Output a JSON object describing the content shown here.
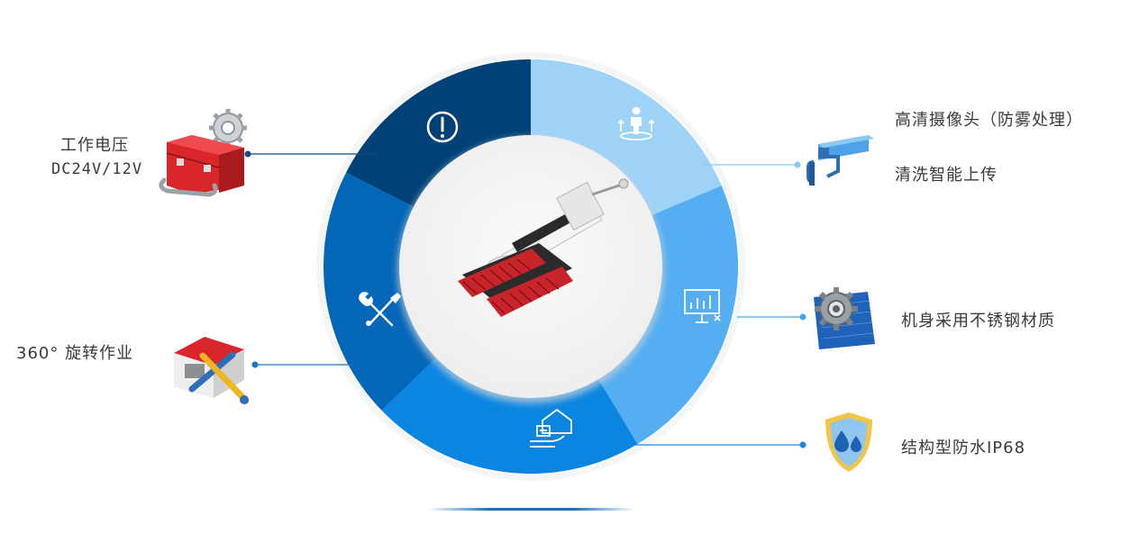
{
  "features": {
    "voltage": {
      "title": "工作电压",
      "value": "DC24V/12V",
      "icon": "toolbox-gear-icon"
    },
    "rotation": {
      "text": "360° 旋转作业",
      "icon": "house-tools-icon"
    },
    "camera": {
      "line1": "高清摄像头（防雾处理）",
      "line2": "清洗智能上传",
      "icon": "security-camera-icon"
    },
    "material": {
      "text": "机身采用不锈钢材质",
      "icon": "gear-blueprint-icon"
    },
    "waterproof": {
      "text": "结构型防水IP68",
      "icon": "water-drop-shield-icon"
    }
  },
  "wheel": {
    "segment_icons": [
      "exclamation-circle-icon",
      "people-arrows-icon",
      "presentation-board-icon",
      "house-delivery-icon",
      "wrench-screwdriver-icon"
    ],
    "colors": {
      "dark": "#004177",
      "light": "#9fd2f7",
      "sky": "#54aef1",
      "blue": "#0b85e0",
      "mid": "#0466b8"
    },
    "center": "crawler-robot-image"
  }
}
